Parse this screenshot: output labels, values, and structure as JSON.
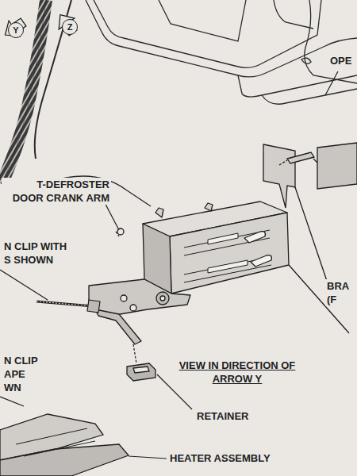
{
  "diagram": {
    "nodes": [
      {
        "text": [
          "Y"
        ]
      },
      {
        "text": [
          "Z"
        ]
      }
    ],
    "labels": [
      "T-DEFROSTER DOOR CRANK ARM",
      "N CLIP WITH S SHOWN",
      "N CLIP APE WN",
      "VIEW IN DIRECTION OF ARROW Y",
      "RETAINER",
      "HEATER ASSEMBLY",
      "BRA (F",
      "OPE"
    ]
  }
}
